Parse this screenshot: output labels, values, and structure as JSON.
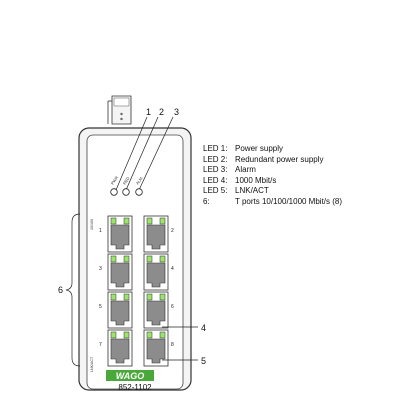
{
  "callouts": {
    "c1": "1",
    "c2": "2",
    "c3": "3",
    "c4": "4",
    "c5": "5",
    "c6": "6"
  },
  "led_labels": {
    "pwr": "PWR",
    "red": "RED",
    "alm": "ALM"
  },
  "port_header": "10/100",
  "port_numbers": [
    "1",
    "2",
    "3",
    "4",
    "5",
    "6",
    "7",
    "8"
  ],
  "side_label": "LNK/ACT",
  "brand": "WAGO",
  "model": "852-1102",
  "legend": [
    {
      "key": "LED 1:",
      "value": "Power supply"
    },
    {
      "key": "LED 2:",
      "value": "Redundant power supply"
    },
    {
      "key": "LED 3:",
      "value": "Alarm"
    },
    {
      "key": "LED 4:",
      "value": "1000 Mbit/s"
    },
    {
      "key": "LED 5:",
      "value": "LNK/ACT"
    },
    {
      "key": "6:",
      "value": "T ports 10/100/1000 Mbit/s (8)"
    }
  ],
  "colors": {
    "outline": "#333333",
    "port_gray": "#8c8c8c",
    "led_green": "#9be36b",
    "brand_green": "#4aa83a",
    "device_fill": "#f4f4f4"
  }
}
